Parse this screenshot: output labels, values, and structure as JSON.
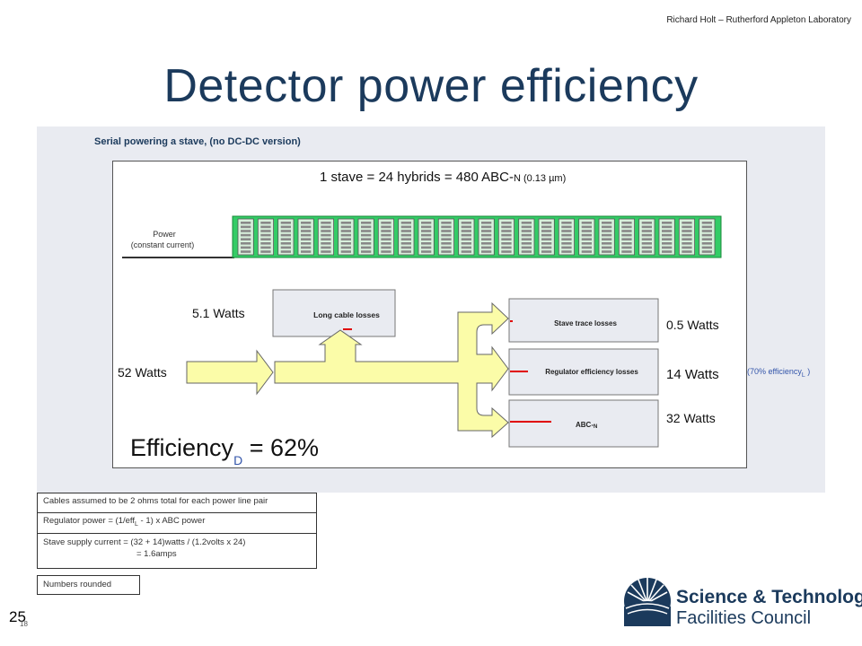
{
  "header": {
    "author": "Richard Holt – Rutherford Appleton Laboratory",
    "title": "Detector power efficiency"
  },
  "panel": {
    "title": "Serial powering a stave, (no DC-DC version)"
  },
  "diagram": {
    "stave_label_main": "1 stave  =  24 hybrids  =  480 ABC-",
    "stave_label_small": "N (0.13 µm)",
    "power_label_line1": "Power",
    "power_label_line2": "(constant current)",
    "input_watts": "52 Watts",
    "cable_watts": "5.1 Watts",
    "cable_box": "Long cable losses",
    "trace_box": "Stave trace losses",
    "regulator_box": "Regulator efficiency losses",
    "abc_box_main": "ABC-",
    "abc_box_sub": "N",
    "trace_watts": "0.5 Watts",
    "regulator_watts": "14 Watts",
    "abc_watts": "32 Watts",
    "regulator_efficiency_main": "(70% efficiency",
    "regulator_efficiency_sub": "L",
    "regulator_efficiency_end": " )",
    "efficiency_main": "Efficiency",
    "efficiency_sub": "D",
    "efficiency_value": " = 62%"
  },
  "notes": {
    "cables": "Cables assumed to be 2 ohms total for each power line pair",
    "regulator_pre": "Regulator power = (1/eff",
    "regulator_sub": "L",
    "regulator_post": " - 1) x ABC power",
    "supply_line1": "Stave supply current = (32 + 14)watts / (1.2volts x 24)",
    "supply_line2": "= 1.6amps",
    "rounded": "Numbers rounded"
  },
  "footer": {
    "page_number": "25",
    "sub_number": "18",
    "logo_line1": "Science & Technology",
    "logo_line2": "Facilities Council"
  },
  "colors": {
    "title": "#1b3a5c",
    "arrow_fill": "#fbfca8",
    "hybrid_green": "#33cc66",
    "loss_red": "#e00000",
    "box_fill": "#e9ebf1"
  },
  "hybrid_count": 24
}
